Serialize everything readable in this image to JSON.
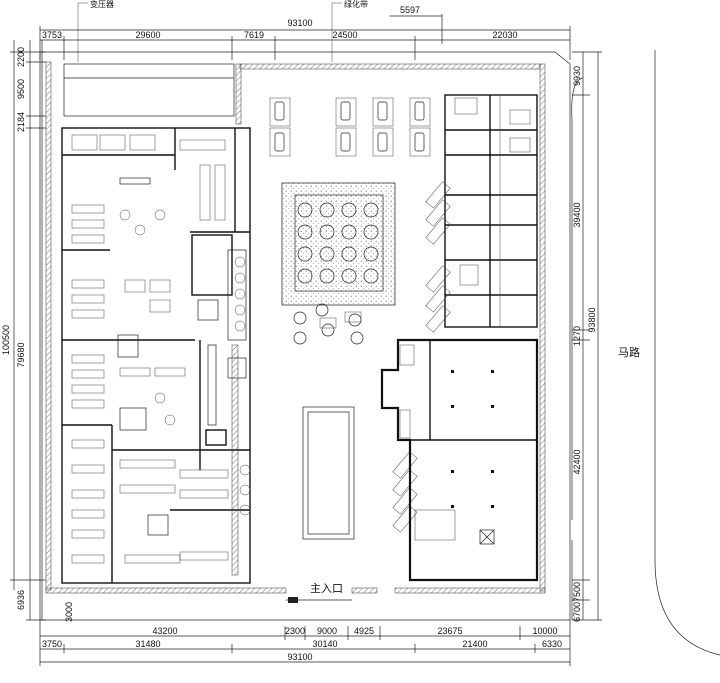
{
  "labels": {
    "transformer": "变压器",
    "green_belt": "绿化带",
    "road": "马路",
    "main_entrance": "主入口"
  },
  "dimensions": {
    "top_total": "93100",
    "top_row": [
      "3753",
      "29600",
      "7619",
      "24500",
      "22030"
    ],
    "top_small": "5597",
    "left_outer": [
      "2200",
      "9500",
      "2184",
      "79680",
      "6936"
    ],
    "left_total": "100500",
    "left_bottom": "3000",
    "right_outer": [
      "9930",
      "39400",
      "1270",
      "42400",
      "7500",
      "6700"
    ],
    "right_total": "93800",
    "bottom_row1": [
      "43200",
      "2300",
      "9000",
      "4925",
      "23675",
      "10000"
    ],
    "bottom_row2": [
      "3750",
      "31480",
      "30140",
      "21400",
      "6330"
    ],
    "bottom_total": "93100"
  }
}
